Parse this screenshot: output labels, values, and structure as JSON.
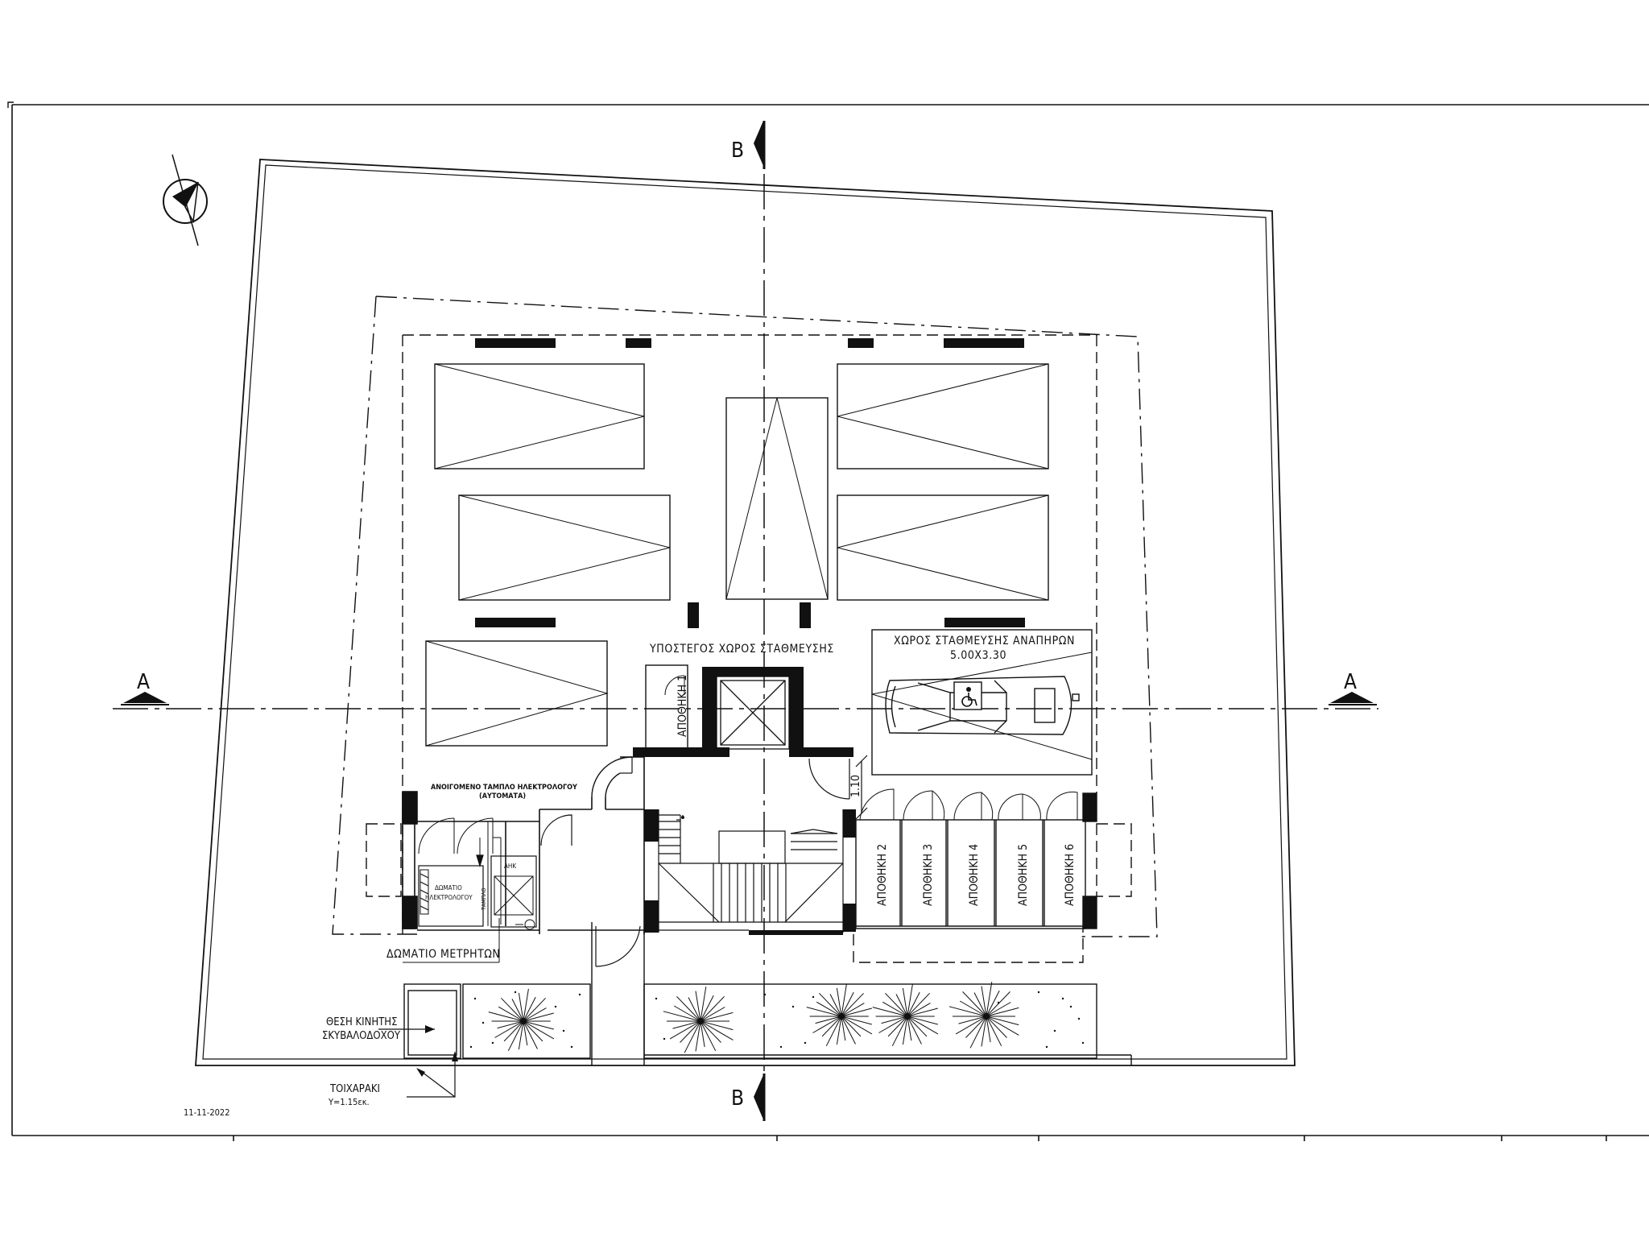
{
  "sections": {
    "b_top": "B",
    "b_bottom": "B",
    "a_left": "A",
    "a_right": "A"
  },
  "labels": {
    "covered_parking": "ΥΠΟΣΤΕΓΟΣ ΧΩΡΟΣ ΣΤΑΘΜΕΥΣΗΣ",
    "disabled_parking": "ΧΩΡΟΣ ΣΤΑΘΜΕΥΣΗΣ ΑΝΑΠΗΡΩΝ",
    "disabled_parking_size": "5.00Χ3.30",
    "meter_room": "ΔΩΜΑΤΙΟ ΜΕΤΡΗΤΩΝ",
    "switchboard_note": "ΑΝΟΙΓΟΜΕΝΟ ΤΑΜΠΛΟ ΗΛΕΚΤΡΟΛΟΓΟΥ",
    "switchboard_note2": "(ΑΥΤΟΜΑΤΑ)",
    "electrical_room": "ΔΩΜΑΤΙΟ",
    "electrical_room2": "ΗΛΕΚΤΡΟΛΟΓΟΥ",
    "panel": "ΤΑΜΠΛΟ",
    "ahk": "ΑΗΚ",
    "dimension": "1.10",
    "bin_position": "ΘΕΣΗ ΚΙΝΗΤΗΣ",
    "bin_position2": "ΣΚΥΒΑΛΟΔΟΧΟΥ",
    "low_wall": "ΤΟΙΧΑΡΑΚΙ",
    "low_wall_height": "Υ=1.15εκ.",
    "date": "11-11-2022"
  },
  "storage_rooms": [
    "ΑΠΟΘΗΚΗ 1",
    "ΑΠΟΘΗΚΗ 2",
    "ΑΠΟΘΗΚΗ 3",
    "ΑΠΟΘΗΚΗ 4",
    "ΑΠΟΘΗΚΗ 5",
    "ΑΠΟΘΗΚΗ 6"
  ],
  "icons": {
    "north_arrow": "north-arrow-icon",
    "wheelchair": "wheelchair-icon",
    "car": "car-icon",
    "tree": "tree-icon"
  }
}
